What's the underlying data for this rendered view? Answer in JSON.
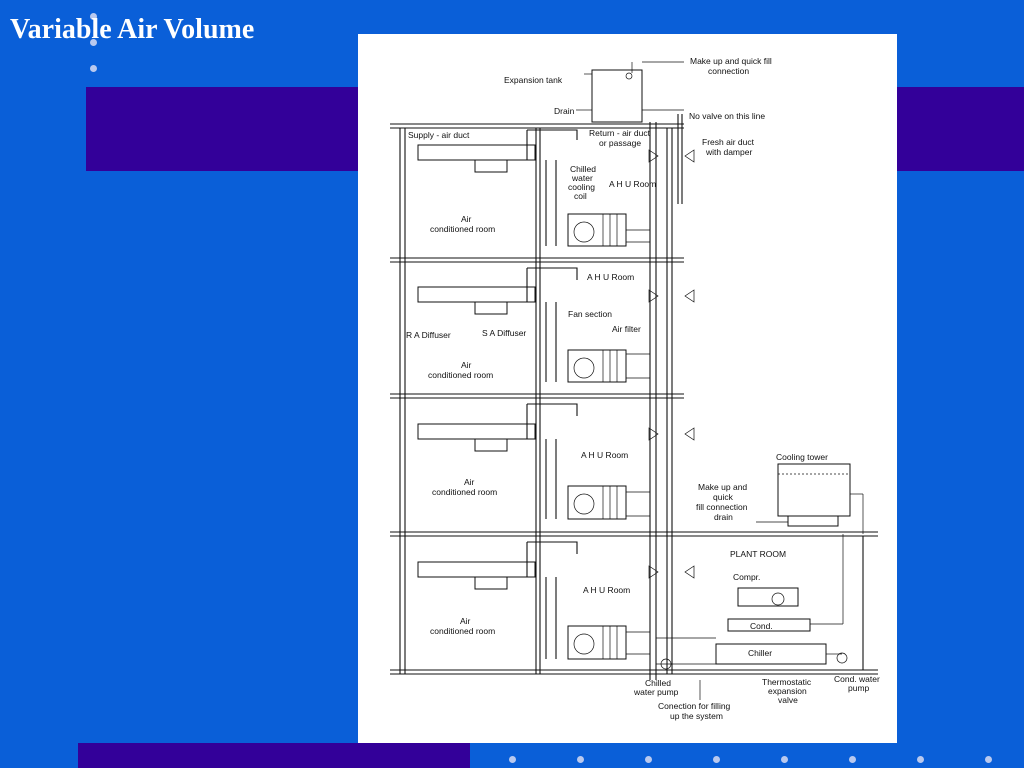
{
  "slide": {
    "title": "Variable Air Volume"
  },
  "diagram": {
    "labels": {
      "makeup_top": [
        "Make up and quick fill",
        "connection"
      ],
      "expansion_tank": "Expansion tank",
      "drain": "Drain",
      "no_valve": "No valve on this line",
      "supply_duct": "Supply - air duct",
      "return_duct": [
        "Return - air duct",
        "or passage"
      ],
      "fresh_air": [
        "Fresh air duct",
        "with damper"
      ],
      "chilled_coil": [
        "Chilled",
        "water",
        "cooling",
        "coil"
      ],
      "ahu_room": "A H U Room",
      "air_conditioned_room": [
        "Air",
        "conditioned room"
      ],
      "ra_diffuser": "R A Diffuser",
      "sa_diffuser": "S A Diffuser",
      "fan_section": "Fan section",
      "air_filter": "Air filter",
      "cooling_tower": "Cooling tower",
      "makeup_bottom": [
        "Make up and",
        "quick",
        "fill connection",
        "drain"
      ],
      "plant_room": "PLANT ROOM",
      "compr": "Compr.",
      "cond": "Cond.",
      "chiller": "Chiller",
      "chilled_pump": [
        "Chilled",
        "water pump"
      ],
      "thermostatic_valve": [
        "Thermostatic",
        "expansion",
        "valve"
      ],
      "cond_pump": [
        "Cond. water",
        "pump"
      ],
      "connection_filling": [
        "Conection for filling",
        "up the system"
      ]
    }
  }
}
